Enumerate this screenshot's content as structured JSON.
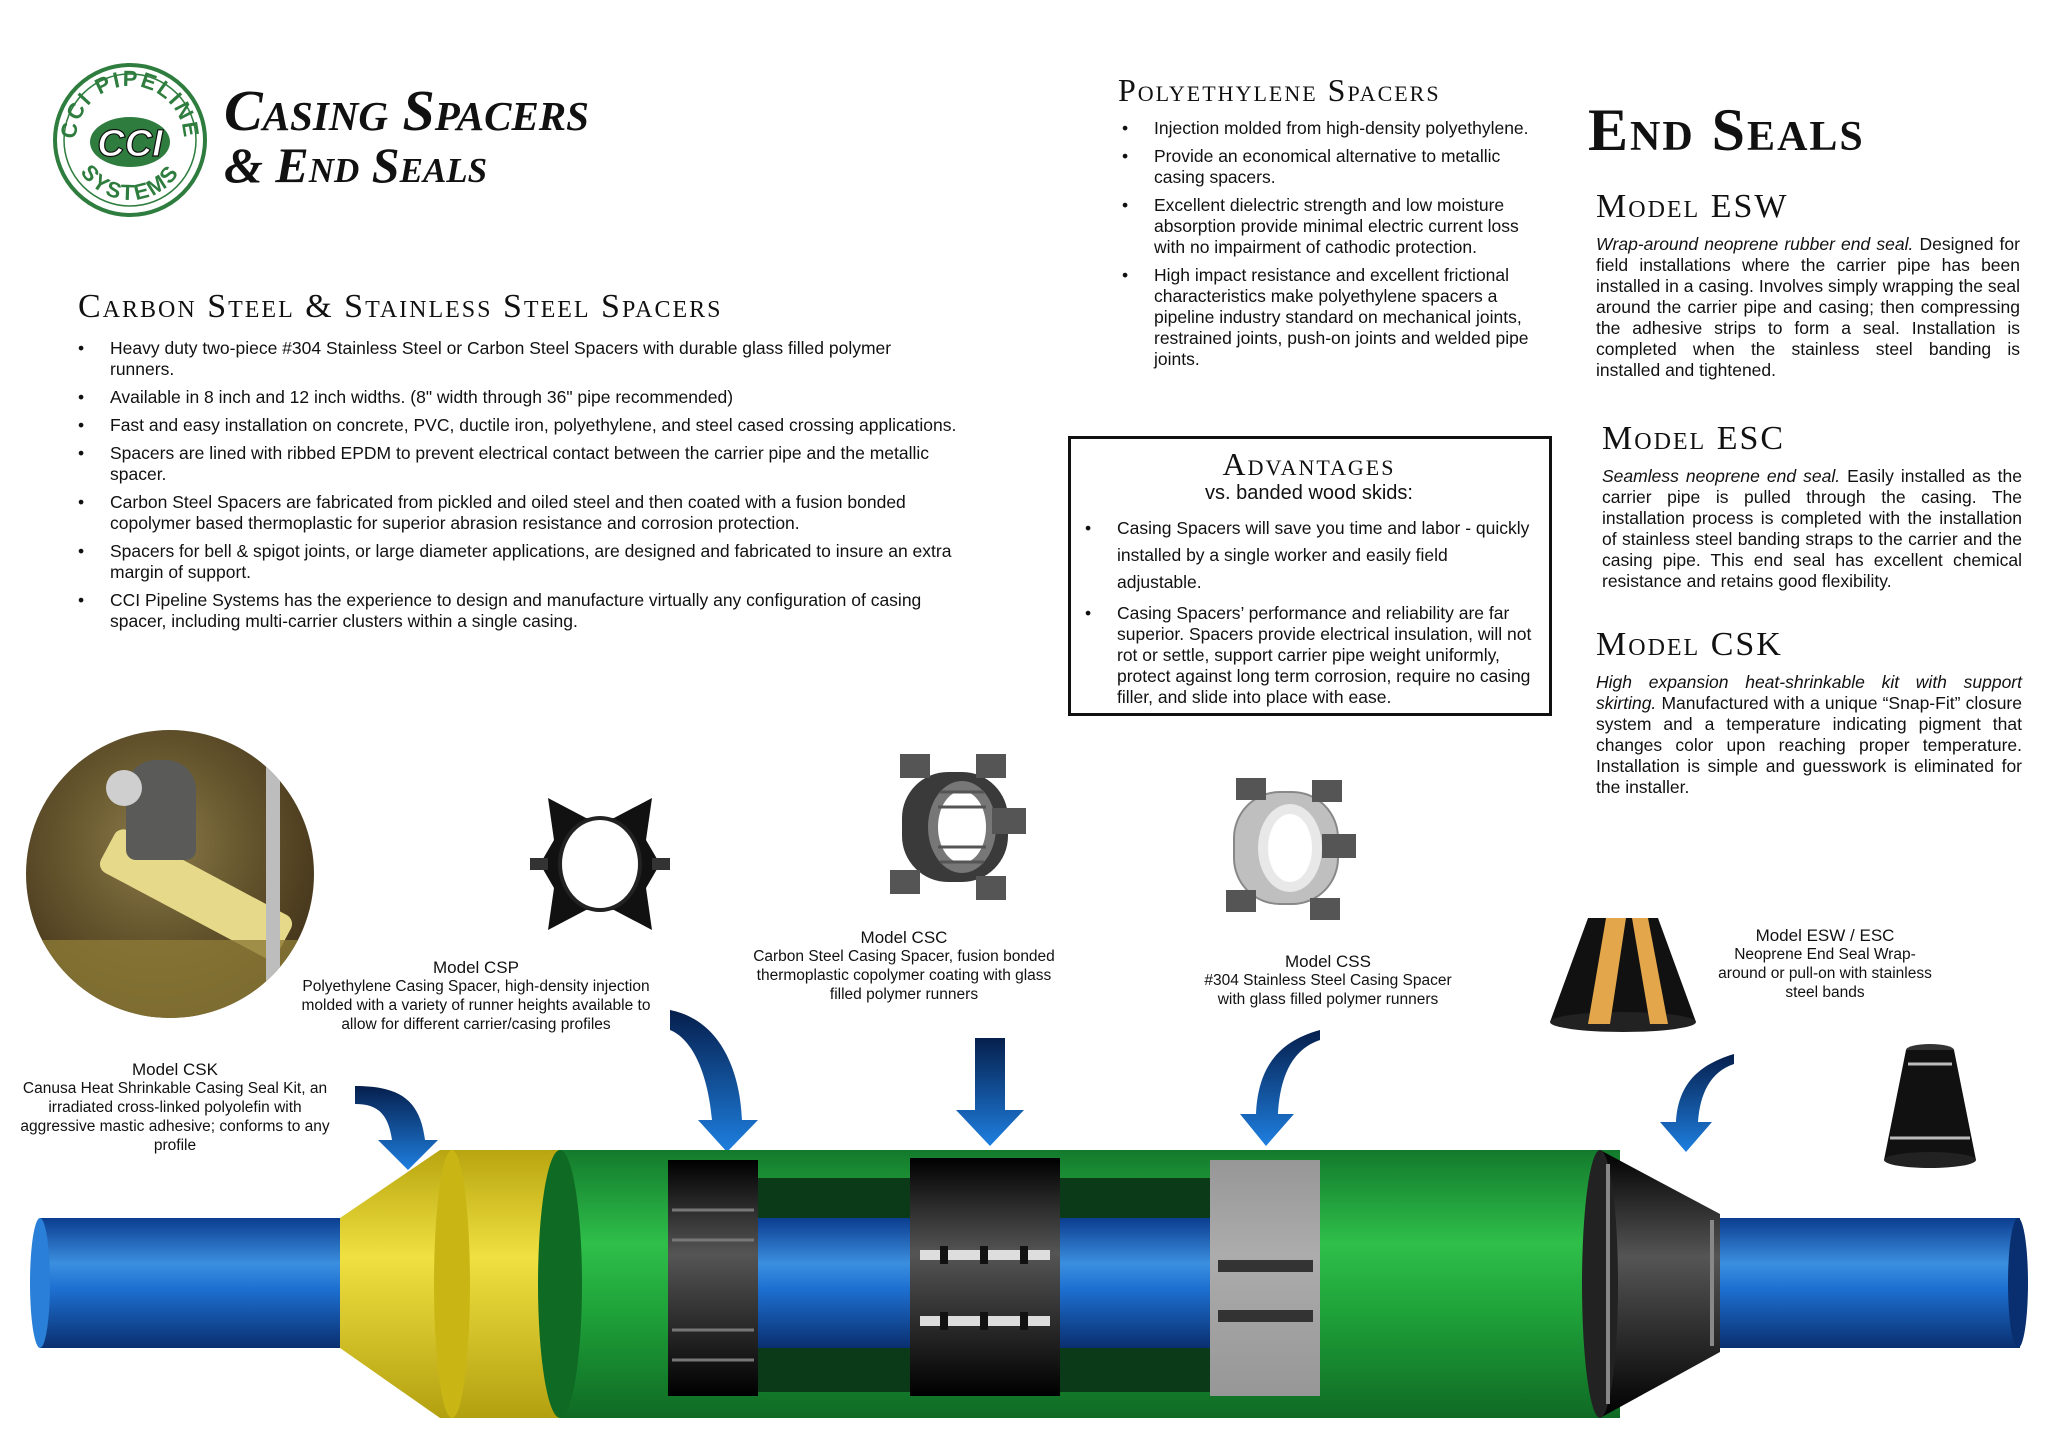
{
  "header": {
    "logo_text_top": "CCI PIPELINE",
    "logo_text_bottom": "SYSTEMS",
    "logo_mark": "CCI",
    "title_line1": "Casing Spacers",
    "title_line2": "& End Seals"
  },
  "carbon": {
    "heading": "Carbon Steel & Stainless Steel Spacers",
    "bullets": [
      "Heavy duty two-piece #304 Stainless Steel or Carbon Steel Spacers with durable glass filled polymer runners.",
      "Available in 8 inch and 12 inch widths. (8\" width through 36\" pipe recommended)",
      "Fast and easy installation on concrete, PVC, ductile iron, polyethylene, and steel cased crossing applications.",
      "Spacers are lined with ribbed EPDM to prevent electrical contact between the carrier pipe and the metallic spacer.",
      "Carbon Steel Spacers are fabricated from pickled and oiled steel and then coated with a fusion bonded copolymer based thermoplastic for superior abrasion resistance and corrosion protection.",
      "Spacers for bell & spigot joints, or large diameter applications, are designed and fabricated to insure an extra margin of support.",
      "CCI Pipeline Systems has the experience to design and manufacture virtually any configuration of casing spacer, including multi-carrier clusters within a single casing."
    ]
  },
  "poly": {
    "heading": "Polyethylene Spacers",
    "bullets": [
      "Injection molded  from high-density polyethylene.",
      "Provide an economical alternative to metallic casing spacers.",
      "Excellent dielectric strength and low moisture absorption provide minimal electric current loss with no impairment of cathodic protection.",
      "High impact resistance and excellent frictional characteristics make polyethylene spacers a pipeline industry standard on mechanical joints, restrained joints, push-on joints and welded pipe joints."
    ]
  },
  "advantages": {
    "heading": "Advantages",
    "subheading": "vs. banded wood skids:",
    "bullets": [
      "Casing Spacers will save you time and labor - quickly installed by a single worker and easily field adjustable.",
      "Casing Spacers’ performance and reliability are far superior.  Spacers provide electrical insulation, will not rot or settle, support carrier pipe weight uniformly, protect against long term corrosion, require no casing filler, and slide into place with ease."
    ]
  },
  "endseals": {
    "heading": "End Seals",
    "esw": {
      "title": "Model ESW",
      "lead": "Wrap-around neoprene rubber end seal.",
      "body": " Designed for field installations where the carrier pipe has been installed in a casing. Involves simply wrapping the seal around the carrier pipe and casing; then compressing the adhesive strips to form a seal. Installation is completed when the stainless steel banding is installed and tightened."
    },
    "esc": {
      "title": "Model ESC",
      "lead": "Seamless neoprene end seal.",
      "body": " Easily installed as the carrier pipe is pulled through the casing. The installation process is completed with the installation of stainless steel banding straps to the carrier and the casing pipe. This end seal has excellent chemical resistance and retains good flexibility."
    },
    "csk": {
      "title": "Model CSK",
      "lead": "High expansion heat-shrinkable kit with support skirting.",
      "body": " Manufactured with a unique “Snap-Fit” closure system and a temperature indicating pigment that changes color upon reaching proper temperature. Installation is simple and guesswork is eliminated for the installer."
    }
  },
  "labels": {
    "csk": {
      "title": "Model CSK",
      "desc": "Canusa Heat Shrinkable Casing Seal Kit, an irradiated cross-linked polyolefin with aggressive mastic adhesive; conforms to any profile"
    },
    "csp": {
      "title": "Model CSP",
      "desc": "Polyethylene Casing Spacer, high-density injection molded with a variety of runner heights available to allow for different carrier/casing profiles"
    },
    "csc": {
      "title": "Model CSC",
      "desc": "Carbon Steel Casing Spacer, fusion bonded thermoplastic copolymer coating with glass filled polymer runners"
    },
    "css": {
      "title": "Model CSS",
      "desc": "#304 Stainless Steel Casing Spacer with glass filled polymer runners"
    },
    "eswesc": {
      "title": "Model ESW / ESC",
      "desc": "Neoprene End Seal Wrap-around or pull-on with stainless steel bands"
    }
  },
  "colors": {
    "casing_green": "#1fa33a",
    "carrier_blue": "#1565c0",
    "shrink_yellow": "#e3d21b",
    "arrow_blue": "#0a3f8c",
    "logo_green": "#2e7d3e"
  }
}
